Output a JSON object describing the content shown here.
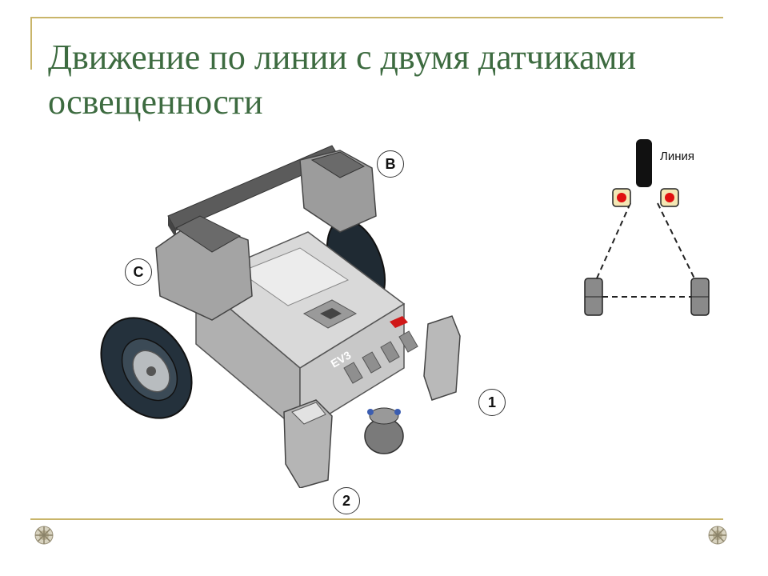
{
  "slide": {
    "title": "Движение по линии с двумя датчиками освещенности"
  },
  "robot": {
    "brick_label": "EV3",
    "port_labels": {
      "B": "B",
      "C": "C",
      "p1": "1",
      "p2": "2"
    }
  },
  "diagram": {
    "line_label": "Линия"
  },
  "colors": {
    "title": "#3d6b40",
    "rule": "#c9b56a",
    "sensor_dot": "#e01010"
  },
  "icons": [
    "decorative-gear-icon"
  ]
}
